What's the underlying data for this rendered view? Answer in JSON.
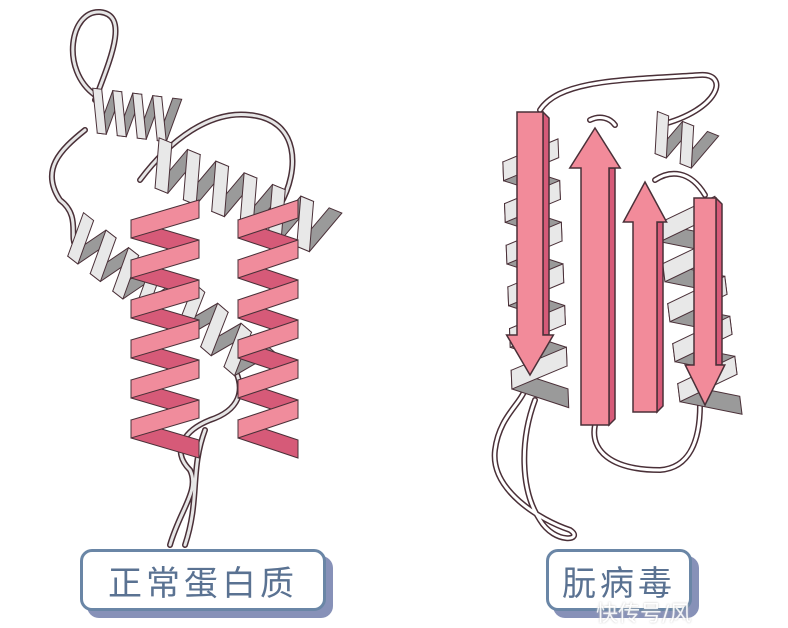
{
  "labels": {
    "normal": "正常蛋白质",
    "prion": "朊病毒"
  },
  "watermark": "快传号/风",
  "colors": {
    "helix_gray": "#d9d9d9",
    "helix_pink": "#f08c9c",
    "helix_pink_dark": "#d65a78",
    "outline": "#4a3038",
    "sheet_pink": "#f28b9a",
    "label_border": "#6a86a6",
    "label_shadow": "#8791b8",
    "label_text": "#5a7292"
  }
}
